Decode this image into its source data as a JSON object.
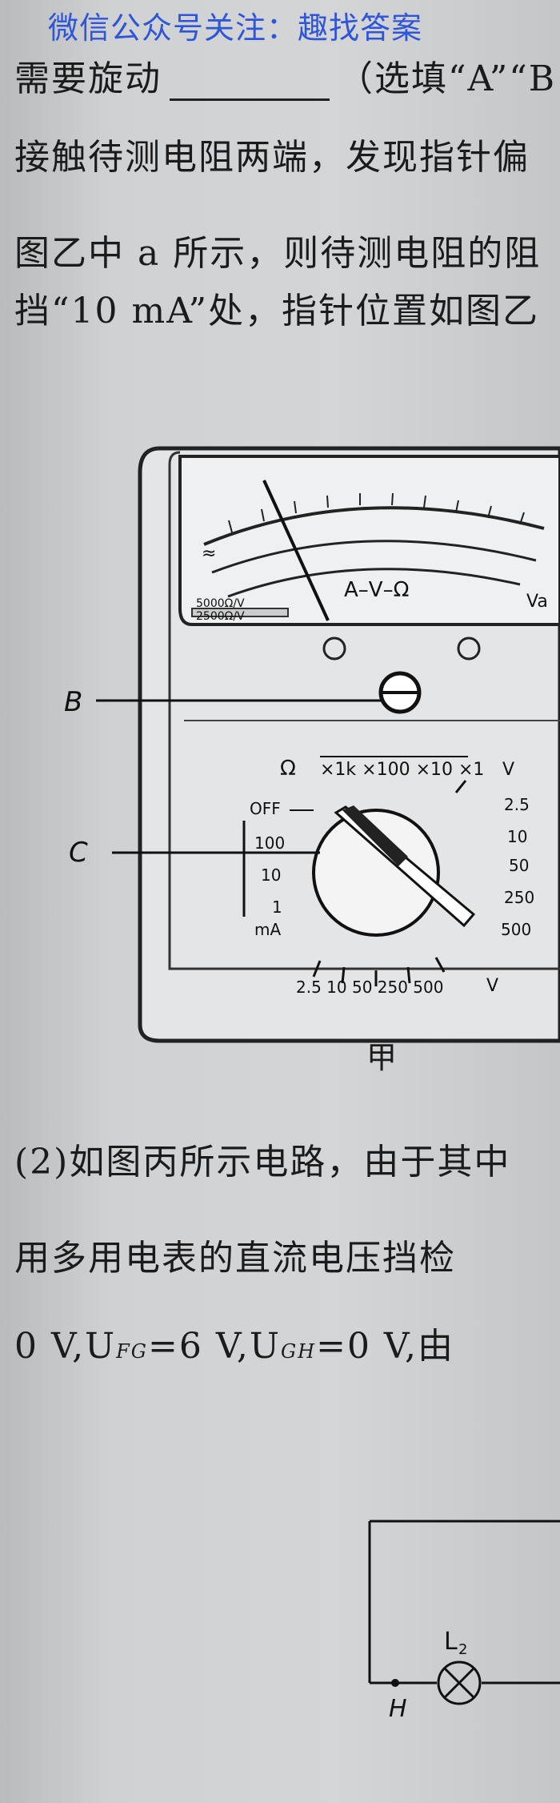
{
  "watermark": "微信公众号关注：趣找答案",
  "text": {
    "line1_a": "需要旋动",
    "line1_b": "（选填“A”“B",
    "line2": "接触待测电阻两端，发现指针偏",
    "line3": "图乙中 a 所示，则待测电阻的阻",
    "line4": "挡“10 mA”处，指针位置如图乙",
    "line5": "(2)如图丙所示电路，由于其中",
    "line6": "用多用电表的直流电压挡检",
    "line7_a": "0 V,U",
    "line7_fg": "FG",
    "line7_b": "=6 V,U",
    "line7_gh": "GH",
    "line7_c": "=0 V,由"
  },
  "meter": {
    "scale_label": "A–V–Ω",
    "sens1": "5000Ω/V",
    "sens2": "2500Ω/V",
    "va_label": "Va",
    "ohm_symbol": "Ω",
    "ohm_ranges": "×1k ×100 ×10 ×1",
    "off_label": "OFF",
    "ma_labels": [
      "100",
      "10",
      "1"
    ],
    "ma_unit": "mA",
    "v_labels": [
      "2.5",
      "10",
      "50",
      "250",
      "500"
    ],
    "v_unit": "V",
    "bottom_labels": "2.5  10  50  250  500",
    "label_b": "B",
    "label_c": "C",
    "caption": "甲"
  },
  "circuit": {
    "lamp_label": "L",
    "lamp_sub": "2",
    "node_h": "H"
  }
}
